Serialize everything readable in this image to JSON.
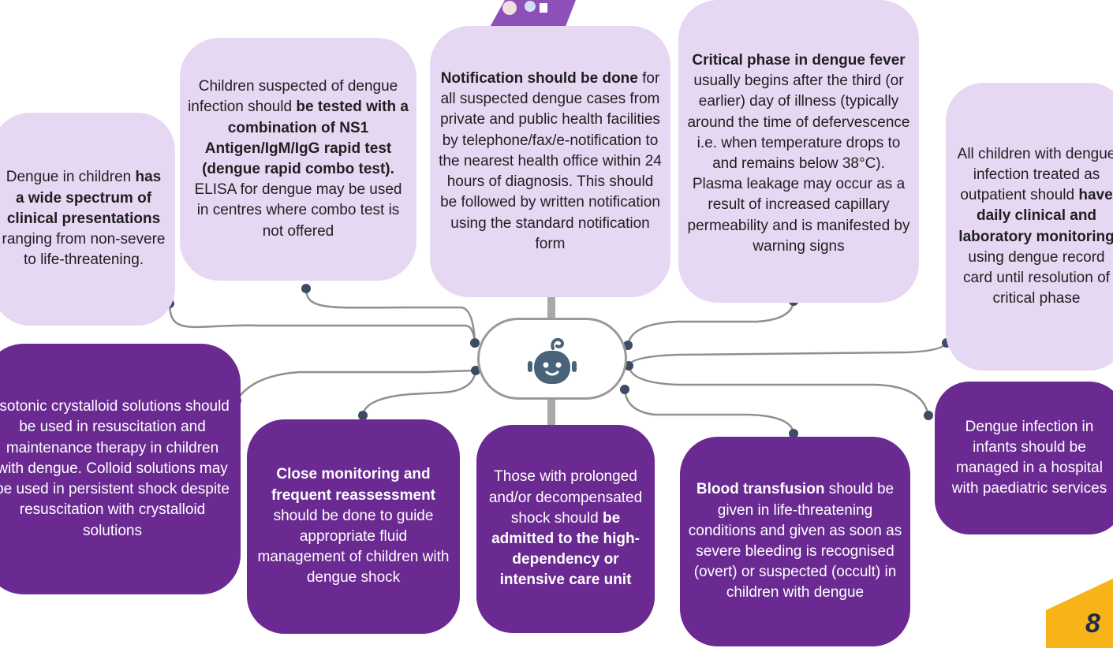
{
  "colors": {
    "light": "#e6d7f3",
    "dark": "#6a2a92",
    "connector": "#8f8f8f",
    "dot": "#3c4c64",
    "accent": "#f6b418"
  },
  "page_number": "8",
  "center_icon": "baby-face-icon",
  "boxes": [
    {
      "id": "spectrum",
      "parts": [
        {
          "t": "Dengue in children ",
          "b": false
        },
        {
          "t": "has a wide spectrum of clinical presentations",
          "b": true
        },
        {
          "t": " ranging from non-severe to life-threatening.",
          "b": false
        }
      ]
    },
    {
      "id": "testing",
      "parts": [
        {
          "t": "Children suspected of dengue infection should ",
          "b": false
        },
        {
          "t": "be tested with a combination of NS1 Antigen/IgM/IgG rapid test (dengue rapid combo test).",
          "b": true
        },
        {
          "t": " ELISA for dengue may be used in centres where combo test is not offered",
          "b": false
        }
      ]
    },
    {
      "id": "notification",
      "parts": [
        {
          "t": "Notification should be done",
          "b": true
        },
        {
          "t": " for all suspected dengue cases from private and public health facilities by telephone/fax/e-notification to the nearest health office within 24 hours of diagnosis. This should be followed by written notification using the standard notification form",
          "b": false
        }
      ]
    },
    {
      "id": "critical",
      "parts": [
        {
          "t": "Critical phase in dengue fever",
          "b": true
        },
        {
          "t": " usually begins after the third (or earlier) day of illness (typically around the time of defervescence i.e. when temperature drops to and remains below 38°C). Plasma leakage may occur as a result of increased capillary permeability and is manifested by warning signs",
          "b": false
        }
      ]
    },
    {
      "id": "outpatient",
      "parts": [
        {
          "t": "All children with dengue infection treated as outpatient should ",
          "b": false
        },
        {
          "t": "have daily clinical and laboratory monitoring",
          "b": true
        },
        {
          "t": " using dengue record card until resolution of critical phase",
          "b": false
        }
      ]
    },
    {
      "id": "crystalloid",
      "parts": [
        {
          "t": "Isotonic crystalloid solutions should be used in resuscitation and maintenance therapy in children with dengue. Colloid solutions may be used in persistent shock despite resuscitation with crystalloid solutions",
          "b": false
        }
      ]
    },
    {
      "id": "monitoring",
      "parts": [
        {
          "t": "Close monitoring and frequent reassessment",
          "b": true
        },
        {
          "t": " should be done to guide appropriate fluid management of children with dengue shock",
          "b": false
        }
      ]
    },
    {
      "id": "hdu",
      "parts": [
        {
          "t": "Those with prolonged and/or decompensated shock should ",
          "b": false
        },
        {
          "t": "be admitted to the high-dependency or intensive care unit",
          "b": true
        }
      ]
    },
    {
      "id": "transfusion",
      "parts": [
        {
          "t": "Blood transfusion",
          "b": true
        },
        {
          "t": " should be given in life-threatening conditions and given as soon as severe bleeding is recognised (overt) or suspected (occult) in children with dengue",
          "b": false
        }
      ]
    },
    {
      "id": "infants",
      "parts": [
        {
          "t": "Dengue infection in infants should be managed in a hospital with paediatric services",
          "b": false
        }
      ]
    }
  ]
}
